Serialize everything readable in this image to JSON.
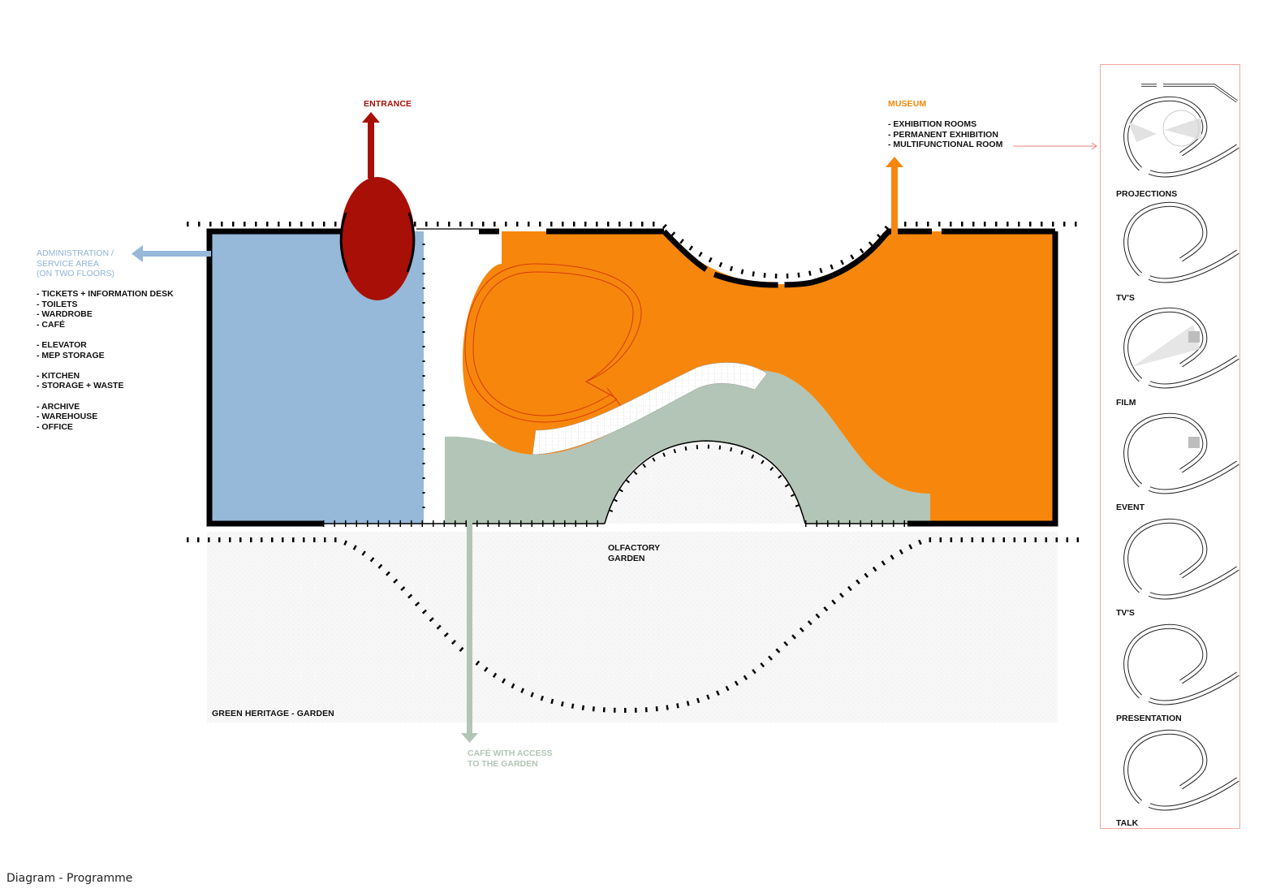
{
  "caption": "Diagram - Programme",
  "colors": {
    "administration": "#96b8d9",
    "entrance": "#a80f07",
    "museum": "#f6870c",
    "cafe": "#b3c5b6",
    "wall": "#000000",
    "panel_border": "#f2a7a0",
    "garden_bg": "#f6f6f6"
  },
  "entrance": {
    "label": "ENTRANCE",
    "color": "#a80f07"
  },
  "administration": {
    "title_lines": [
      "ADMINISTRATION /",
      "SERVICE AREA",
      "(ON TWO FLOORS)"
    ],
    "groups": [
      [
        "- TICKETS + INFORMATION DESK",
        "- TOILETS",
        "- WARDROBE",
        "- CAFÉ"
      ],
      [
        "- ELEVATOR",
        "- MEP STORAGE"
      ],
      [
        "- KITCHEN",
        "- STORAGE + WASTE"
      ],
      [
        "- ARCHIVE",
        "- WAREHOUSE",
        "- OFFICE"
      ]
    ]
  },
  "museum": {
    "title": "MUSEUM",
    "items": [
      "- EXHIBITION ROOMS",
      "- PERMANENT EXHIBITION",
      "- MULTIFUNCTIONAL ROOM"
    ]
  },
  "cafe": {
    "lines": [
      "CAFÉ WITH ACCESS",
      "TO THE GARDEN"
    ]
  },
  "olfactory_garden": {
    "lines": [
      "OLFACTORY",
      "GARDEN"
    ]
  },
  "green_heritage": {
    "label": "GREEN HERITAGE - GARDEN"
  },
  "multifunctional_panel": {
    "configurations": [
      {
        "label": "PROJECTIONS"
      },
      {
        "label": "TV'S"
      },
      {
        "label": "FILM"
      },
      {
        "label": "EVENT"
      },
      {
        "label": "TV'S"
      },
      {
        "label": "PRESENTATION"
      },
      {
        "label": "TALK"
      }
    ]
  }
}
